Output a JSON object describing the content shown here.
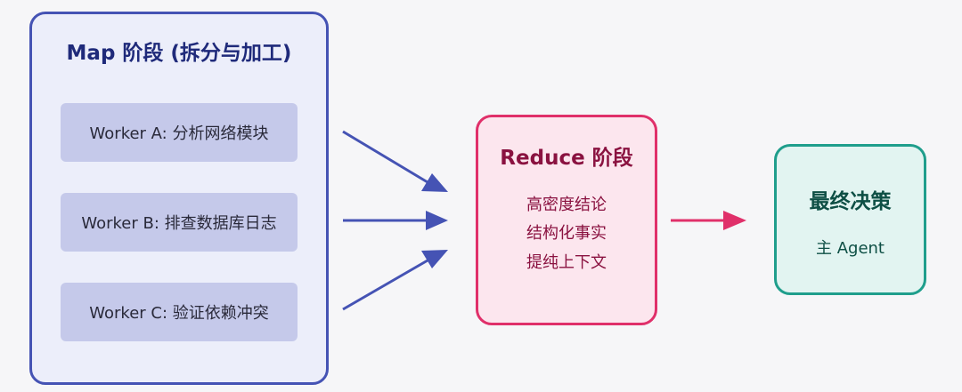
{
  "map": {
    "title": "Map 阶段 (拆分与加工)",
    "workers": [
      "Worker A: 分析网络模块",
      "Worker B: 排查数据库日志",
      "Worker C: 验证依赖冲突"
    ]
  },
  "reduce": {
    "title": "Reduce 阶段",
    "lines": [
      "高密度结论",
      "结构化事实",
      "提纯上下文"
    ]
  },
  "final": {
    "title": "最终决策",
    "subtitle": "主 Agent"
  },
  "colors": {
    "map_border": "#4553b4",
    "map_fill": "#eceefa",
    "worker_fill": "#c5c9ea",
    "reduce_border": "#e0306a",
    "reduce_fill": "#fce6ee",
    "final_border": "#1f9e8c",
    "final_fill": "#e2f4f1",
    "arrow_map": "#4553b4",
    "arrow_reduce": "#e0306a"
  }
}
